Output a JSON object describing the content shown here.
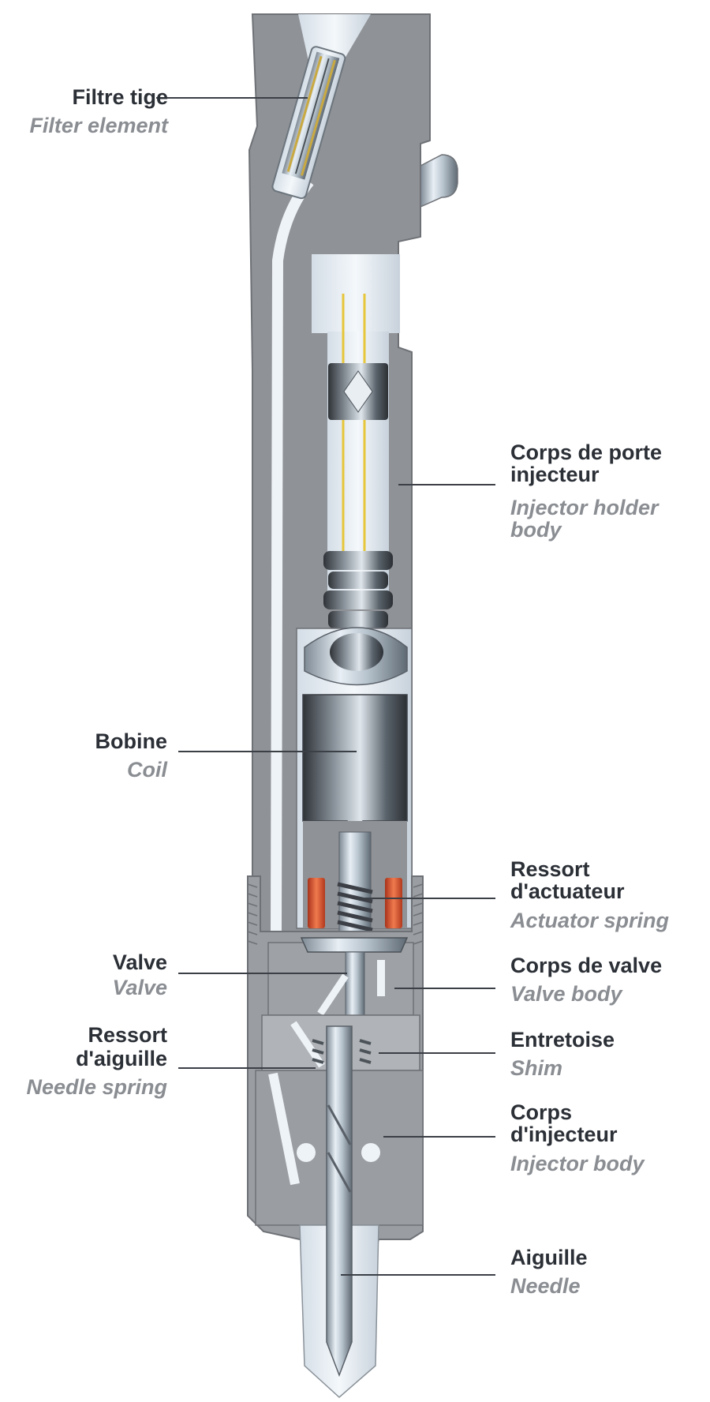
{
  "labels": {
    "filter": {
      "fr": "Filtre tige",
      "en": "Filter element"
    },
    "holder": {
      "fr1": "Corps de porte",
      "fr2": "injecteur",
      "en1": "Injector holder",
      "en2": "body"
    },
    "coil": {
      "fr": "Bobine",
      "en": "Coil"
    },
    "actuator": {
      "fr1": "Ressort",
      "fr2": "d'actuateur",
      "en": "Actuator spring"
    },
    "valve": {
      "fr": "Valve",
      "en": "Valve"
    },
    "valvebody": {
      "fr": "Corps de valve",
      "en": "Valve body"
    },
    "needlespring": {
      "fr1": "Ressort",
      "fr2": "d'aiguille",
      "en": "Needle spring"
    },
    "shim": {
      "fr": "Entretoise",
      "en": "Shim"
    },
    "injbody": {
      "fr1": "Corps",
      "fr2": "d'injecteur",
      "en": "Injector body"
    },
    "needle": {
      "fr": "Aiguille",
      "en": "Needle"
    }
  },
  "colors": {
    "body_gray": "#8f9296",
    "steel": "#c9d3dc",
    "dark_steel": "#3c4046",
    "cavity": "#eef3f8",
    "spring_red": "#e0532c",
    "wire_yellow": "#e6c63a",
    "label_dark": "#2b2f36",
    "label_gray": "#8a8d92"
  }
}
